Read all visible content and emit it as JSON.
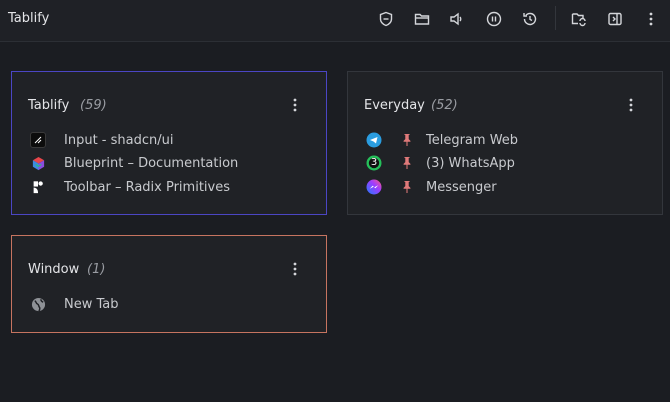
{
  "app": {
    "title": "Tablify"
  },
  "toolbar": {
    "icons": [
      "shield-icon",
      "folder-icon",
      "volume-icon",
      "pause-icon",
      "history-icon",
      "folder-refresh-icon",
      "sidebar-icon",
      "more-vertical-icon"
    ]
  },
  "windows": [
    {
      "title": "Tablify",
      "count": "(59)",
      "accent": "#4b46c4",
      "tabs": [
        {
          "label": "Input - shadcn/ui",
          "icon": "shadcn-icon",
          "pinned": false
        },
        {
          "label": "Blueprint – Documentation",
          "icon": "blueprint-icon",
          "pinned": false
        },
        {
          "label": "Toolbar – Radix Primitives",
          "icon": "radix-icon",
          "pinned": false
        }
      ]
    },
    {
      "title": "Everyday",
      "count": "(52)",
      "tabs": [
        {
          "label": "Telegram Web",
          "icon": "telegram-icon",
          "pinned": true
        },
        {
          "label": "(3) WhatsApp",
          "icon": "whatsapp-icon",
          "pinned": true,
          "badge": "3"
        },
        {
          "label": "Messenger",
          "icon": "messenger-icon",
          "pinned": true
        }
      ]
    },
    {
      "title": "Window",
      "count": "(1)",
      "accent": "#c67460",
      "tabs": [
        {
          "label": "New Tab",
          "icon": "globe-icon",
          "pinned": false
        }
      ]
    }
  ],
  "colors": {
    "background": "#1b1d22",
    "card": "#202226",
    "pin": "#e07a7a"
  }
}
